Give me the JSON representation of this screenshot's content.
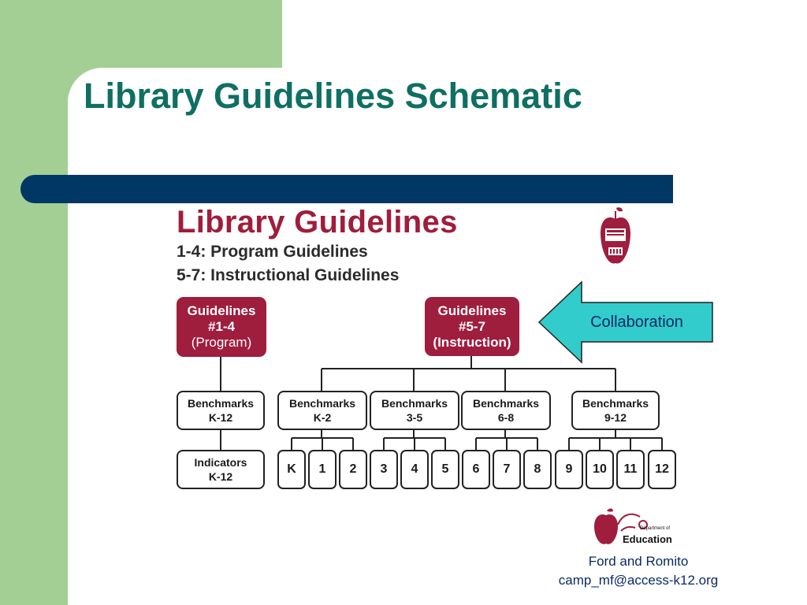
{
  "slide": {
    "title": "Library Guidelines Schematic",
    "footer_name": "Ford and Romito",
    "footer_email": "camp_mf@access-k12.org"
  },
  "diagram": {
    "title": "Library Guidelines",
    "sub1": "1-4:  Program Guidelines",
    "sub2": "5-7:  Instructional Guidelines",
    "program_box": {
      "line1": "Guidelines",
      "line2": "#1-4",
      "line3": "(Program)"
    },
    "instruction_box": {
      "line1": "Guidelines",
      "line2": "#5-7",
      "line3": "(Instruction)"
    },
    "collaboration_label": "Collaboration",
    "left_benchmarks": {
      "line1": "Benchmarks",
      "line2": "K-12"
    },
    "left_indicators": {
      "line1": "Indicators",
      "line2": "K-12"
    },
    "benchmarks": [
      {
        "line1": "Benchmarks",
        "line2": "K-2"
      },
      {
        "line1": "Benchmarks",
        "line2": "3-5"
      },
      {
        "line1": "Benchmarks",
        "line2": "6-8"
      },
      {
        "line1": "Benchmarks",
        "line2": "9-12"
      }
    ],
    "grades": [
      "K",
      "1",
      "2",
      "3",
      "4",
      "5",
      "6",
      "7",
      "8",
      "9",
      "10",
      "11",
      "12"
    ],
    "logo_text": {
      "line1": "Department of",
      "line2": "Education"
    }
  },
  "colors": {
    "title_teal": "#0f6f63",
    "diagram_red": "#9f1d3d",
    "bar_navy": "#003764",
    "green_panel": "#a3cf95",
    "arrow_cyan": "#33cccc"
  }
}
